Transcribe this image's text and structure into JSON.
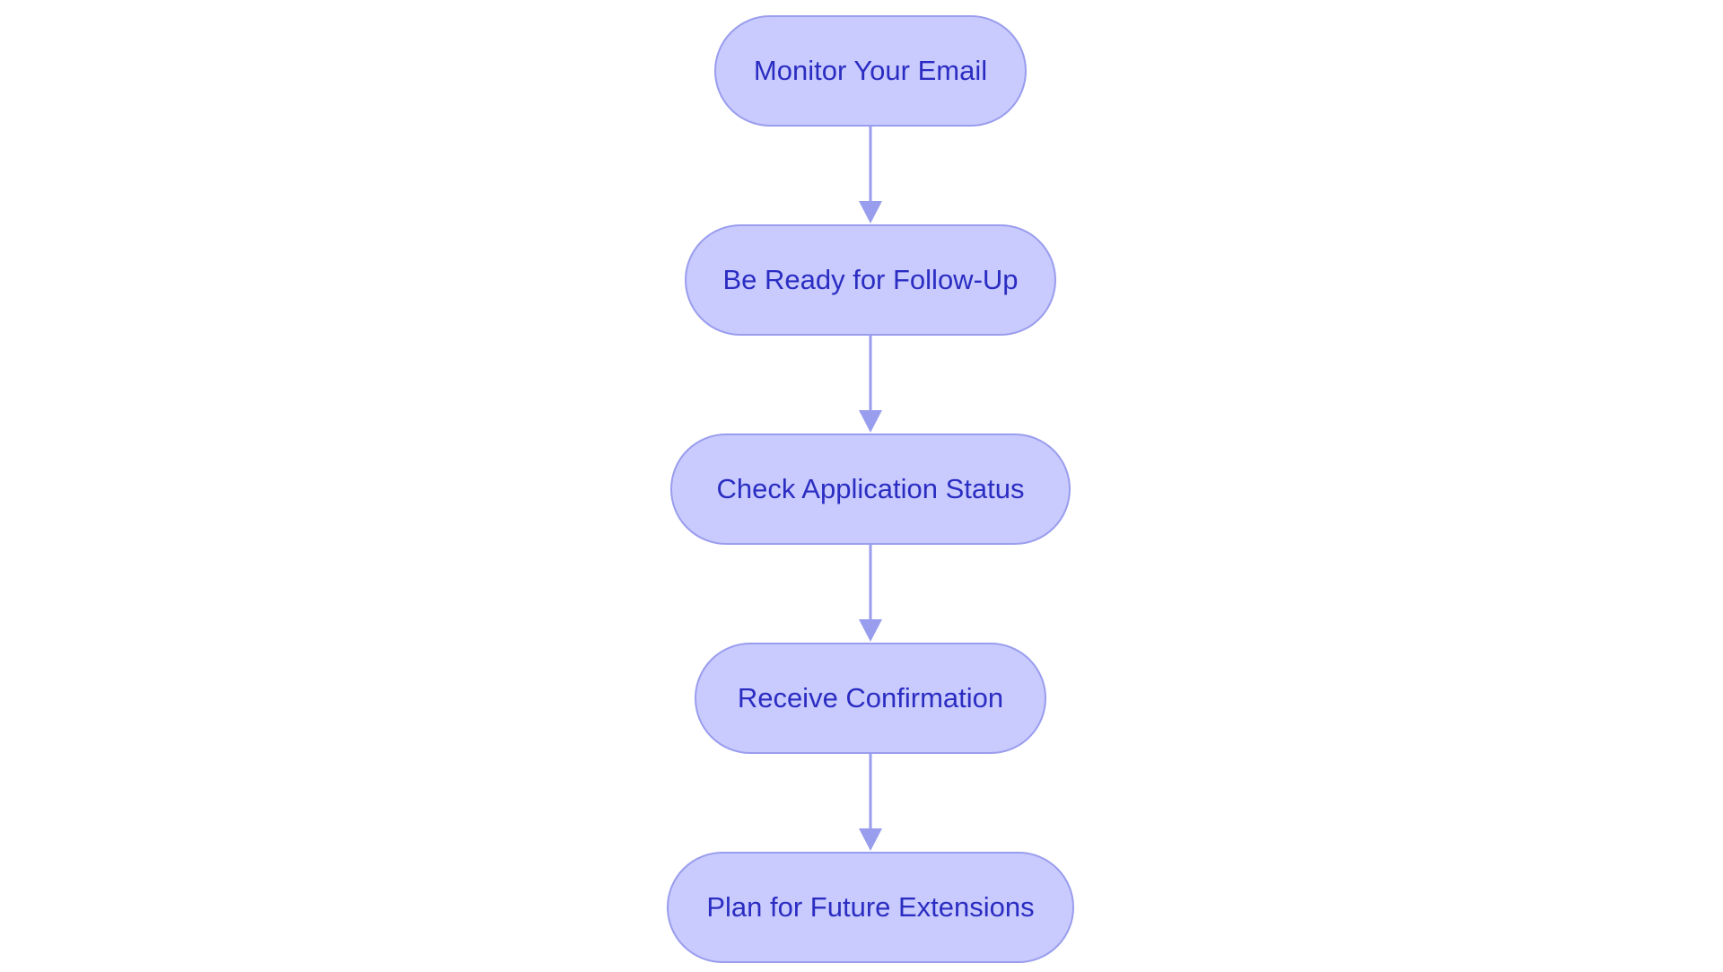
{
  "colors": {
    "node_fill": "#c9cbfe",
    "node_border": "#999ded",
    "node_text": "#2b2dc2",
    "edge": "#999ded",
    "background": "#ffffff"
  },
  "flow": {
    "nodes": [
      {
        "id": "monitor-email",
        "label": "Monitor Your Email"
      },
      {
        "id": "follow-up",
        "label": "Be Ready for Follow-Up"
      },
      {
        "id": "application-status",
        "label": "Check Application Status"
      },
      {
        "id": "confirmation",
        "label": "Receive Confirmation"
      },
      {
        "id": "future-extensions",
        "label": "Plan for Future Extensions"
      }
    ],
    "edges": [
      {
        "from": "monitor-email",
        "to": "follow-up"
      },
      {
        "from": "follow-up",
        "to": "application-status"
      },
      {
        "from": "application-status",
        "to": "confirmation"
      },
      {
        "from": "confirmation",
        "to": "future-extensions"
      }
    ]
  }
}
